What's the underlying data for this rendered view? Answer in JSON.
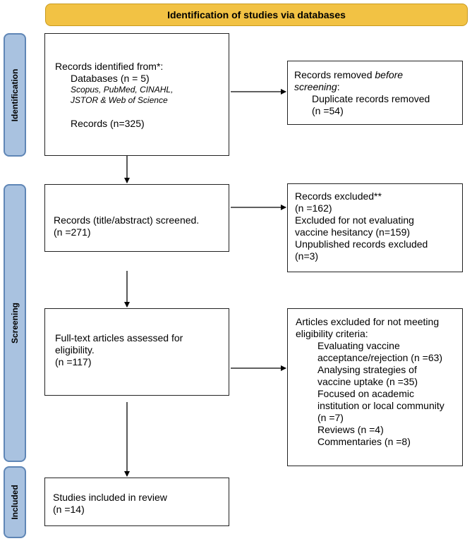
{
  "header": {
    "title": "Identification of studies via databases"
  },
  "phases": {
    "identification": "Identification",
    "screening": "Screening",
    "included": "Included"
  },
  "identified": {
    "l1": "Records identified from*:",
    "l2": "Databases (n = 5)",
    "l3": "Scopus, PubMed, CINAHL,",
    "l4": "JSTOR & Web of Science",
    "l5": "Records (n=325)"
  },
  "removed": {
    "l1a": "Records removed ",
    "l1b": "before",
    "l2a": "screening",
    "l2b": ":",
    "l3": "Duplicate records removed",
    "l4": "(n =54)"
  },
  "screened": {
    "l1": "Records (title/abstract) screened.",
    "l2": "(n =271)"
  },
  "excluded": {
    "l1": "Records excluded**",
    "l2": "(n =162)",
    "l3": "Excluded for not evaluating",
    "l4": "vaccine hesitancy (n=159)",
    "l5": "Unpublished records excluded",
    "l6": "(n=3)"
  },
  "fulltext": {
    "l1": "Full-text articles assessed for",
    "l2": "eligibility.",
    "l3": "(n =117)"
  },
  "articles_excluded": {
    "l1": "Articles excluded for not meeting",
    "l2": "eligibility criteria:",
    "l3": "Evaluating vaccine",
    "l4": "acceptance/rejection (n =63)",
    "l5": "Analysing strategies of",
    "l6": "vaccine uptake (n =35)",
    "l7": "Focused on academic",
    "l8": "institution or local community",
    "l9": "(n =7)",
    "l10": "Reviews (n =4)",
    "l11": "Commentaries (n =8)"
  },
  "included_box": {
    "l1": "Studies included in review",
    "l2": "(n =14)"
  },
  "colors": {
    "banner_fill": "#f2c244",
    "phase_fill": "#a9c2e0",
    "phase_border": "#5f86b6"
  }
}
